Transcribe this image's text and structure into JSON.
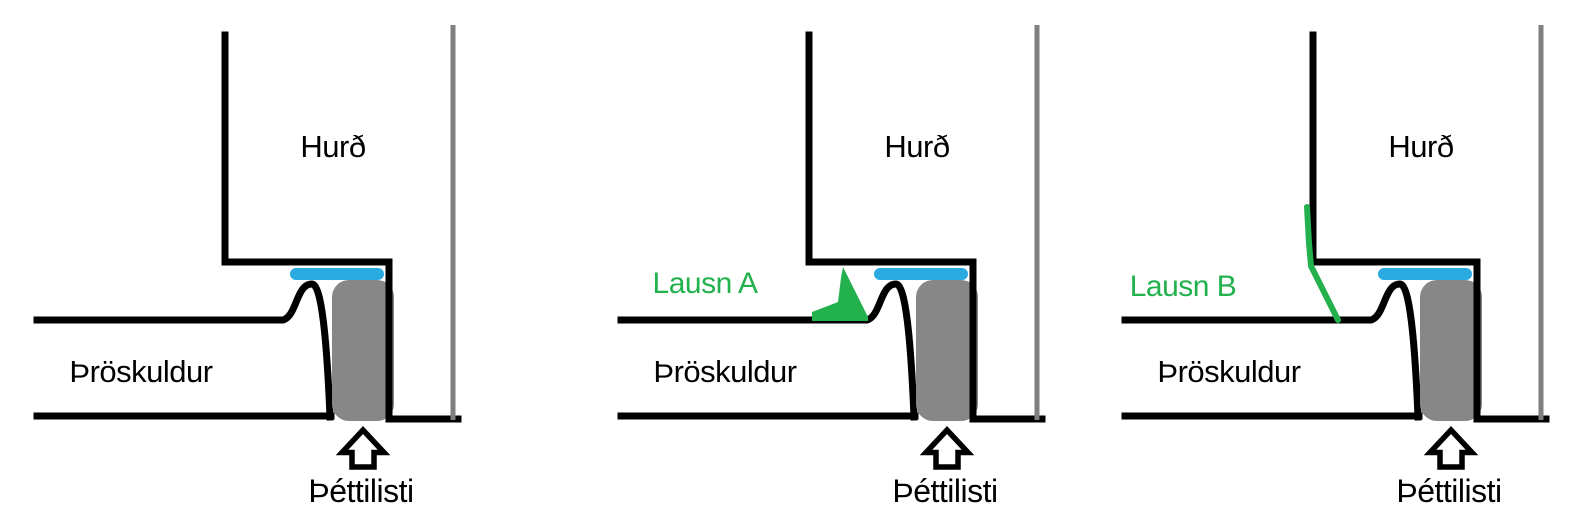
{
  "colors": {
    "line-black": "#000000",
    "seal-blue": "#29ABE2",
    "gasket-gray": "#878787",
    "frame-gray": "#7F7F7F",
    "solution-green": "#22B14C",
    "background": "#FFFFFF"
  },
  "panels": [
    {
      "id": "current-situation",
      "door_label": "Hurð",
      "threshold_label": "Þröskuldur",
      "gasket_label": "Þéttilisti"
    },
    {
      "id": "solution-a",
      "door_label": "Hurð",
      "threshold_label": "Þröskuldur",
      "gasket_label": "Þéttilisti",
      "solution_label": "Lausn A"
    },
    {
      "id": "solution-b",
      "door_label": "Hurð",
      "threshold_label": "Þröskuldur",
      "gasket_label": "Þéttilisti",
      "solution_label": "Lausn B"
    }
  ]
}
